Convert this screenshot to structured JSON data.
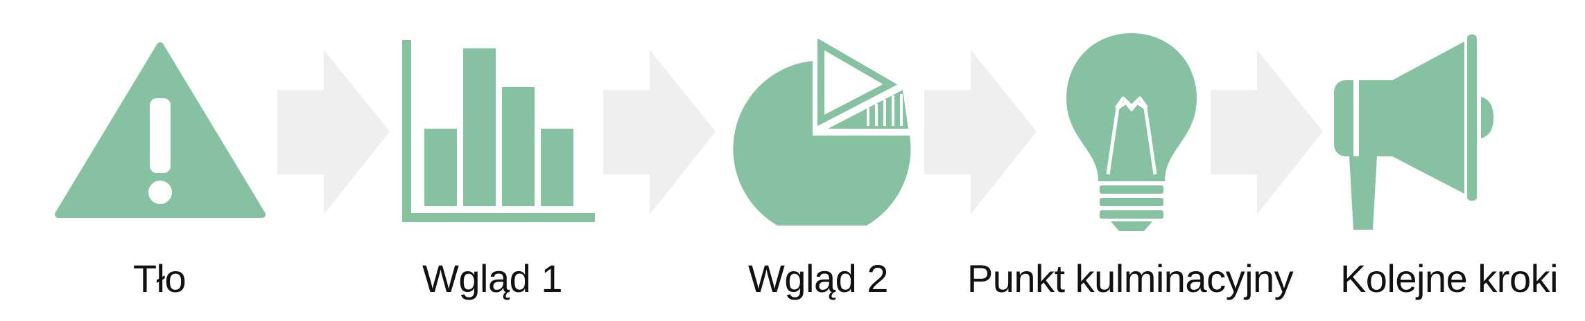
{
  "colors": {
    "icon": "#86c2a2",
    "arrow": "#efefef",
    "text": "#111111",
    "background": "#ffffff"
  },
  "steps": [
    {
      "label": "Tło",
      "icon": "warning-icon"
    },
    {
      "label": "Wgląd 1",
      "icon": "bar-chart-icon"
    },
    {
      "label": "Wgląd 2",
      "icon": "pie-chart-icon"
    },
    {
      "label": "Punkt kulminacyjny",
      "icon": "lightbulb-icon"
    },
    {
      "label": "Kolejne kroki",
      "icon": "megaphone-icon"
    }
  ],
  "connectors": [
    {
      "icon": "arrow-right-icon"
    },
    {
      "icon": "arrow-right-icon"
    },
    {
      "icon": "arrow-right-icon"
    },
    {
      "icon": "arrow-right-icon"
    }
  ]
}
